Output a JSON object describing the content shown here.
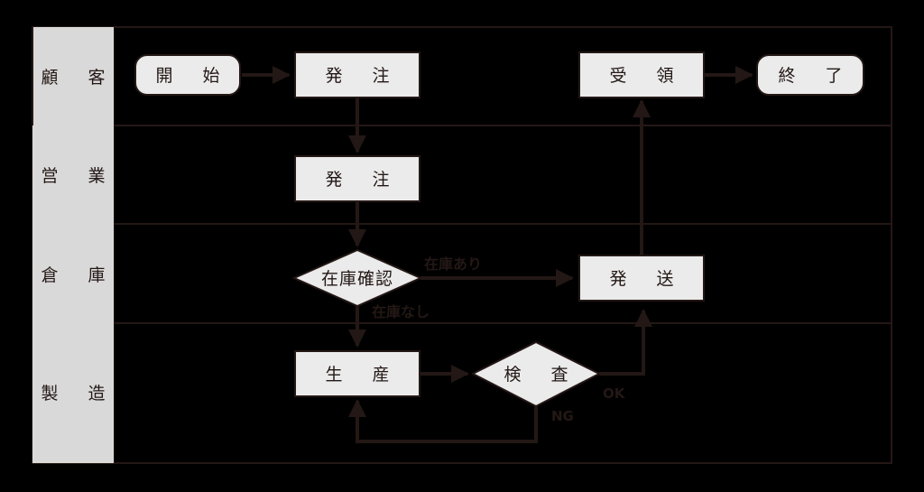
{
  "diagram": {
    "type": "swimlane-flowchart",
    "background_color": "#000000",
    "lane_header_color": "#d9d9d9",
    "node_fill_color": "#ebebeb",
    "line_color": "#231815",
    "lanes": [
      {
        "id": "customer",
        "label": "顧　客"
      },
      {
        "id": "sales",
        "label": "営　業"
      },
      {
        "id": "warehouse",
        "label": "倉　庫"
      },
      {
        "id": "manufacturing",
        "label": "製　造"
      }
    ],
    "nodes": [
      {
        "id": "start",
        "lane": "customer",
        "shape": "terminator",
        "label": "開　始"
      },
      {
        "id": "order_cust",
        "lane": "customer",
        "shape": "process",
        "label": "発　注"
      },
      {
        "id": "receive",
        "lane": "customer",
        "shape": "process",
        "label": "受　領"
      },
      {
        "id": "end",
        "lane": "customer",
        "shape": "terminator",
        "label": "終　了"
      },
      {
        "id": "order_sales",
        "lane": "sales",
        "shape": "process",
        "label": "発　注"
      },
      {
        "id": "stock_check",
        "lane": "warehouse",
        "shape": "decision",
        "label": "在庫確認"
      },
      {
        "id": "ship",
        "lane": "warehouse",
        "shape": "process",
        "label": "発　送"
      },
      {
        "id": "produce",
        "lane": "manufacturing",
        "shape": "process",
        "label": "生　産"
      },
      {
        "id": "inspect",
        "lane": "manufacturing",
        "shape": "decision",
        "label": "検　査"
      }
    ],
    "edges": [
      {
        "from": "start",
        "to": "order_cust",
        "label": ""
      },
      {
        "from": "order_cust",
        "to": "order_sales",
        "label": ""
      },
      {
        "from": "order_sales",
        "to": "stock_check",
        "label": ""
      },
      {
        "from": "stock_check",
        "to": "ship",
        "label": "在庫あり"
      },
      {
        "from": "stock_check",
        "to": "produce",
        "label": "在庫なし"
      },
      {
        "from": "produce",
        "to": "inspect",
        "label": ""
      },
      {
        "from": "inspect",
        "to": "ship",
        "label": "OK"
      },
      {
        "from": "inspect",
        "to": "produce",
        "label": "NG"
      },
      {
        "from": "ship",
        "to": "receive",
        "label": ""
      },
      {
        "from": "receive",
        "to": "end",
        "label": ""
      }
    ],
    "edge_labels": {
      "in_stock": "在庫あり",
      "out_of_stock": "在庫なし",
      "ok": "OK",
      "ng": "NG"
    }
  }
}
